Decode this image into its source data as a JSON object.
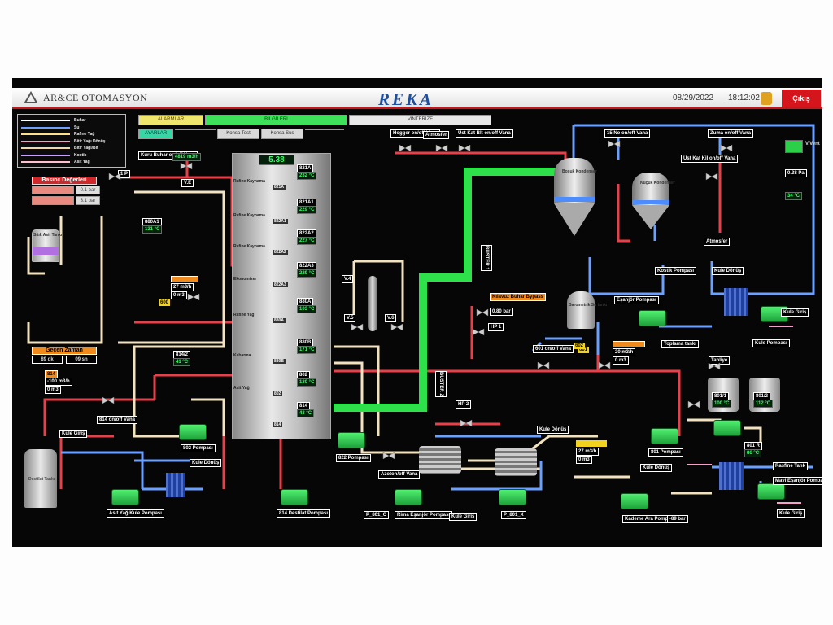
{
  "header": {
    "brand": "AR&CE OTOMASYON",
    "logo": "REKA",
    "date": "08/29/2022",
    "time": "18:12:02",
    "exit_label": "Çıkış"
  },
  "topbar": {
    "alarms": "ALARMLAR",
    "info": "BİLGİLERİ",
    "vinterize": "VİNTERİZE",
    "ayarlar": "AYARLAR",
    "konsa_test": "Konsa Test",
    "konsa_sus": "Konsa Sus"
  },
  "legend": [
    "Buhar",
    "Su",
    "Rafine Yağ",
    "Bitir Yağı Dönüş",
    "Bitir Yağı/Bit",
    "Kostik",
    "Asit Yağ"
  ],
  "legend_colors": [
    "#ffffff",
    "#6fa0ff",
    "#ffe08a",
    "#f5a0c0",
    "#f0d8a8",
    "#c8a0ff",
    "#ffc0cb"
  ],
  "basinc": {
    "title": "Basınç Değerleri",
    "r1_value": "0.1 bar",
    "r2_value": "3.1 bar"
  },
  "gecen": {
    "title": "Geçen Zaman",
    "dk": "89 dk",
    "sn": "09 sn"
  },
  "column": {
    "main_value": "5.38",
    "sections": [
      {
        "name": "821A",
        "value": "232 °C",
        "label": "Rafine Kaynama"
      },
      {
        "name": "821A1",
        "value": "229 °C",
        "label": "Rafine Kaynama"
      },
      {
        "name": "822A2",
        "value": "227 °C",
        "label": "Rafine Kaynama"
      },
      {
        "name": "822A3",
        "value": "229 °C",
        "label": "Ekonomizer"
      },
      {
        "name": "880A",
        "value": "103 °C",
        "label": "Rafine Yağ"
      },
      {
        "name": "880B",
        "value": "171 °C",
        "label": "Kabarma"
      },
      {
        "name": "802",
        "value": "130 °C",
        "label": "Asit Yağ"
      },
      {
        "name": "814",
        "value": "43 °C",
        "label": ""
      }
    ],
    "mini_labels": [
      "821A",
      "822A1",
      "822A2",
      "822A3",
      "880A",
      "880B",
      "802",
      "814"
    ]
  },
  "left_panel": {
    "tank_label": "Sıtık Asit Tankı",
    "kuru_buhar": "Kuru Buhar on/off Vana",
    "kuru_val": "4819 m3/h",
    "ve": "V.E",
    "m880": "880A1",
    "m880_val": "131 °C",
    "flow_val": "27 m3/h",
    "flow_val2": "0 m3",
    "kazan": "600",
    "t814": "814/2",
    "t814_val": "41 °C",
    "t814b": "814",
    "t814b_val": "-100 m3/h",
    "t814b_val2": "0 m3",
    "vana814": "814 on/off Vana",
    "pump802": "802 Pompası",
    "kule_giris": "Kule Giriş",
    "kule_donus": "Kule Dönüş",
    "distil_tank": "Destilat Tankı",
    "asit_pump": "Asit Yağ Kule Pompası",
    "destilat_pump": "814 Destilat Pompası",
    "l1": "1 P"
  },
  "center": {
    "hogger": "Hogger on/off Vana",
    "atmosfer": "Atmosfer",
    "ust_kat": "Üst Kat Blt on/off Vana",
    "buster1": "BUSTER 1",
    "buster2": "BUSTER 2",
    "hp1": "HP 1",
    "hp2": "HP 2",
    "buhar_bypass": "Kılavuz Buhar Bypass",
    "buhar_val": "0.80 bar",
    "v4": "V.4",
    "v5": "V.5",
    "v6": "V.6",
    "pump822": "822 Pompası",
    "azot": "Azoton/off Vana",
    "p801c": "P_801_C",
    "rima_pump": "Rima Eşanjör Pompası",
    "kule_giris2": "Kule Giriş",
    "p801x": "P_801_X",
    "v601": "601 on/off Vana",
    "kule_donus2": "Kule Dönüş",
    "val601": "601"
  },
  "right": {
    "bosuk": "Bosuk Kondenser",
    "kucuk": "Küçük Kondenser",
    "no15": "15 No on/off Vana",
    "zuma": "Zuma on/off Vana",
    "ust_kat_kil": "Üst Kat Kil on/off Vana",
    "atmosfer2": "Atmosfer",
    "kostik_pump": "Kostik Pompası",
    "kule_donus": "Kule Dönüş",
    "baro": "Barometrik Su tankı",
    "esanjor_pump": "Eşanjör Pompası",
    "kule_giris": "Kule Giriş",
    "kule_pompasi": "Kule Pompası",
    "toplama": "Toplama tankı",
    "tahliye": "Tahliye",
    "flow2": "20 m3/h",
    "flow2b": "0 m3",
    "v602": "602",
    "b8011": "801/1",
    "b8011_val": "100 °C",
    "b8012": "801/2",
    "b8012_val": "112 °C",
    "pump801": "801 Pompası",
    "kule_donus3": "Kule Dönüş",
    "b801": "801 R",
    "b801_val": "86 °C",
    "rasfine": "Rasfine Tank",
    "mavi": "Mavi Eşanjör Pompası",
    "kule_giris3": "Kule Giriş",
    "kademe": "Kademe Ara Pompası",
    "bar": "-89 bar",
    "z227": "27 m3/h",
    "z227b": "0 m3",
    "r1_val": "0.38 Pa",
    "r2_val": "34 °C",
    "vent": "V.Vent"
  }
}
